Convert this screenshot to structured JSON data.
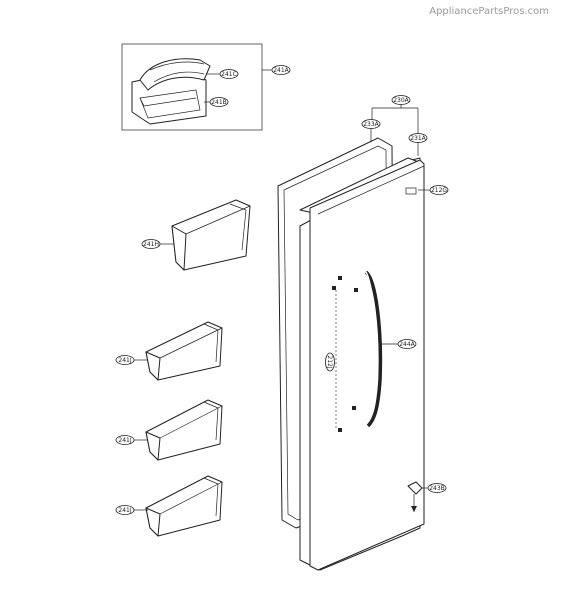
{
  "watermark": "AppliancePartsPros.com",
  "callouts": {
    "c241A": "241A",
    "c241C": "241C",
    "c241B": "241B",
    "c230A": "230A",
    "c233A": "233A",
    "c231A": "231A",
    "c212G": "212G",
    "c241H": "241H",
    "c244A": "244A",
    "c212J": "212J",
    "c241J_1": "241J",
    "c241J_2": "241J",
    "c241J_3": "241J",
    "c243B": "243B"
  }
}
